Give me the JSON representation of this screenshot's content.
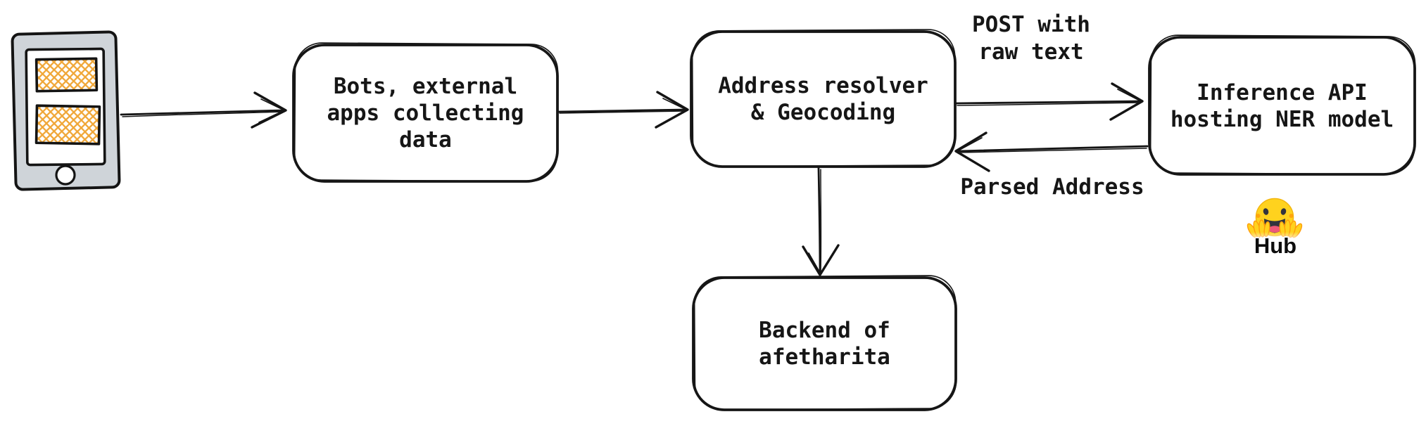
{
  "diagram": {
    "nodes": {
      "bots": {
        "lines": [
          "Bots, external",
          "apps collecting",
          "data"
        ]
      },
      "address": {
        "lines": [
          "Address resolver",
          "& Geocoding"
        ]
      },
      "inference": {
        "lines": [
          "Inference API",
          "hosting NER model"
        ]
      },
      "backend": {
        "lines": [
          "Backend of",
          "afetharita"
        ]
      }
    },
    "edge_labels": {
      "post": {
        "lines": [
          "POST with",
          "raw text"
        ]
      },
      "parsed": {
        "label": "Parsed Address"
      }
    },
    "hub": {
      "label": "Hub"
    },
    "icons": {
      "source": "phone-with-posts-sketch",
      "hub": "hugging-face-emoji"
    },
    "colors": {
      "background": "#ffffff",
      "stroke": "#161616",
      "phone_body_gray": "#cfd4d9",
      "hatch_amber": "#f0a636",
      "hf_yellow": "#ffd21e",
      "hf_orange": "#ff9d0b",
      "hf_dark": "#32343d",
      "hf_tongue": "#ef5979"
    }
  }
}
